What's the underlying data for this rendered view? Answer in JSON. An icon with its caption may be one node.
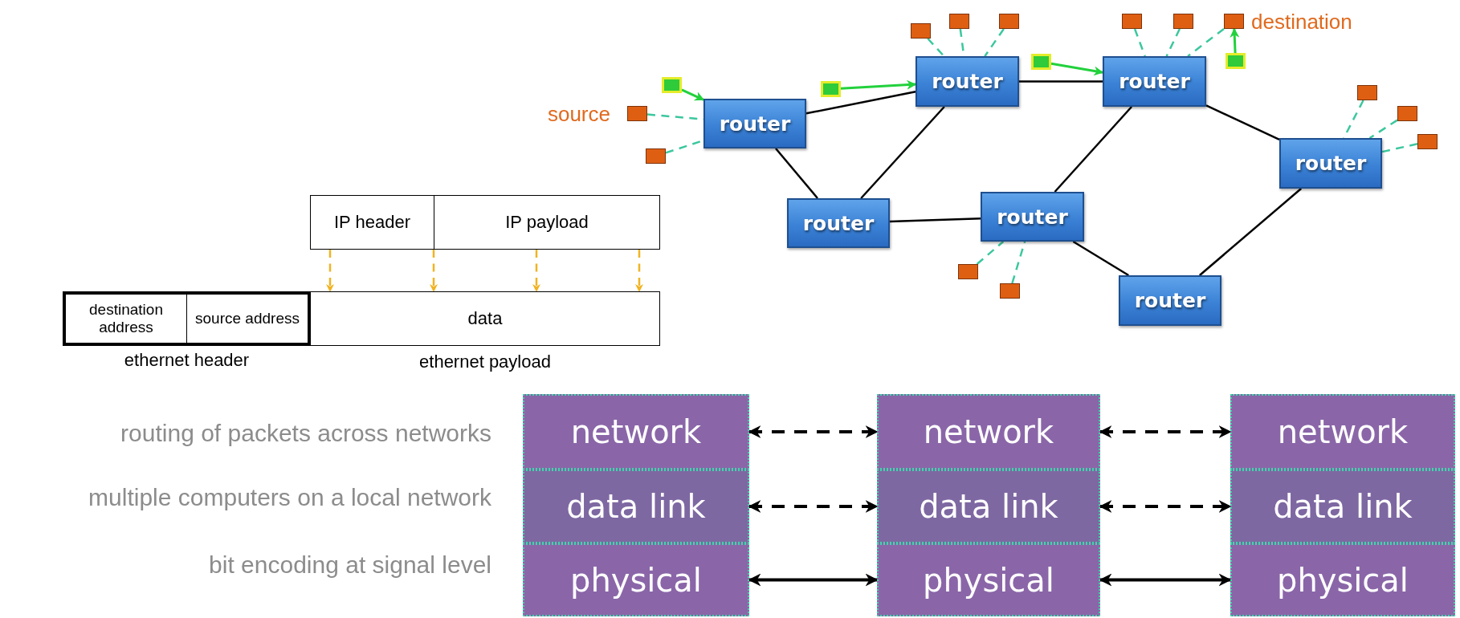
{
  "diagram": {
    "nodes": [
      {
        "text": [
          "router"
        ]
      },
      {
        "text": [
          "router"
        ]
      },
      {
        "text": [
          "router"
        ]
      },
      {
        "text": [
          "router"
        ]
      },
      {
        "text": [
          "router"
        ]
      },
      {
        "text": [
          "router"
        ]
      },
      {
        "text": [
          "router"
        ]
      },
      {
        "text": [],
        "shape": "box",
        "beside": [
          "source"
        ]
      },
      {
        "text": [],
        "shape": "box"
      },
      {
        "text": [],
        "shape": "box"
      },
      {
        "text": [],
        "shape": "box"
      },
      {
        "text": [],
        "shape": "box"
      },
      {
        "text": [],
        "shape": "box"
      },
      {
        "text": [],
        "shape": "box"
      },
      {
        "text": [],
        "shape": "box",
        "beside": [
          "destination"
        ]
      },
      {
        "text": [],
        "shape": "box"
      },
      {
        "text": [],
        "shape": "box"
      },
      {
        "text": [],
        "shape": "box"
      },
      {
        "text": [],
        "shape": "box"
      },
      {
        "text": [],
        "shape": "box"
      },
      {
        "text": [],
        "shape": "box"
      },
      {
        "text": [],
        "shape": "box"
      },
      {
        "text": [],
        "shape": "box"
      },
      {
        "text": [],
        "shape": "box"
      },
      {
        "text": [
          "IP header"
        ]
      },
      {
        "text": [
          "IP payload"
        ]
      },
      {
        "text": [
          "ethernet header"
        ]
      },
      {
        "text": [
          "destination address"
        ],
        "in": 26
      },
      {
        "text": [
          "source address"
        ],
        "in": 26
      },
      {
        "text": [
          "data",
          "ethernet payload"
        ]
      },
      {
        "text": [
          "network"
        ]
      },
      {
        "text": [
          "data link"
        ]
      },
      {
        "text": [
          "physical"
        ]
      },
      {
        "text": [
          "network"
        ]
      },
      {
        "text": [
          "data link"
        ]
      },
      {
        "text": [
          "physical"
        ]
      },
      {
        "text": [
          "network"
        ]
      },
      {
        "text": [
          "data link"
        ]
      },
      {
        "text": [
          "physical"
        ]
      }
    ],
    "edges": [
      {
        "from": 0,
        "to": 1,
        "arrow": "none"
      },
      {
        "from": 0,
        "to": 3,
        "arrow": "none"
      },
      {
        "from": 1,
        "to": 2,
        "arrow": "none"
      },
      {
        "from": 1,
        "to": 3,
        "arrow": "none"
      },
      {
        "from": 3,
        "to": 4,
        "arrow": "none"
      },
      {
        "from": 2,
        "to": 4,
        "arrow": "none"
      },
      {
        "from": 2,
        "to": 5,
        "arrow": "none"
      },
      {
        "from": 4,
        "to": 6,
        "arrow": "none"
      },
      {
        "from": 6,
        "to": 5,
        "arrow": "none"
      },
      {
        "from": 7,
        "to": 0,
        "arrow": "none",
        "style": "dashed",
        "color": "#3cc79e"
      },
      {
        "from": 8,
        "to": 0,
        "arrow": "none",
        "style": "dashed",
        "color": "#3cc79e"
      },
      {
        "from": 9,
        "to": 1,
        "arrow": "none",
        "style": "dashed",
        "color": "#3cc79e"
      },
      {
        "from": 10,
        "to": 1,
        "arrow": "none",
        "style": "dashed",
        "color": "#3cc79e"
      },
      {
        "from": 11,
        "to": 1,
        "arrow": "none",
        "style": "dashed",
        "color": "#3cc79e"
      },
      {
        "from": 12,
        "to": 2,
        "arrow": "none",
        "style": "dashed",
        "color": "#3cc79e"
      },
      {
        "from": 13,
        "to": 2,
        "arrow": "none",
        "style": "dashed",
        "color": "#3cc79e"
      },
      {
        "from": 14,
        "to": 2,
        "arrow": "none",
        "style": "dashed",
        "color": "#3cc79e"
      },
      {
        "from": 15,
        "to": 5,
        "arrow": "none",
        "style": "dashed",
        "color": "#3cc79e"
      },
      {
        "from": 16,
        "to": 5,
        "arrow": "none",
        "style": "dashed",
        "color": "#3cc79e"
      },
      {
        "from": 17,
        "to": 5,
        "arrow": "none",
        "style": "dashed",
        "color": "#3cc79e"
      },
      {
        "from": 18,
        "to": 4,
        "arrow": "none",
        "style": "dashed",
        "color": "#3cc79e"
      },
      {
        "from": 19,
        "to": 4,
        "arrow": "none",
        "style": "dashed",
        "color": "#3cc79e"
      },
      {
        "from": 20,
        "to": 0,
        "arrow": "to",
        "color": "#22d13c"
      },
      {
        "from": 21,
        "to": 1,
        "arrow": "to",
        "color": "#22d13c"
      },
      {
        "from": 22,
        "to": 2,
        "arrow": "to",
        "color": "#22d13c"
      },
      {
        "from": 23,
        "to": 14,
        "arrow": "to",
        "color": "#22d13c"
      },
      {
        "from": 24,
        "to": 29,
        "arrow": "to",
        "style": "dashed",
        "color": "#f0b323"
      },
      {
        "from": 25,
        "to": 29,
        "arrow": "to",
        "style": "dashed",
        "color": "#f0b323"
      },
      {
        "from": 25,
        "to": 29,
        "arrow": "to",
        "style": "dashed",
        "color": "#f0b323"
      },
      {
        "from": 25,
        "to": 29,
        "arrow": "to",
        "style": "dashed",
        "color": "#f0b323"
      },
      {
        "from": 30,
        "to": 33,
        "arrow": "both",
        "style": "dashed"
      },
      {
        "from": 33,
        "to": 36,
        "arrow": "both",
        "style": "dashed"
      },
      {
        "from": 31,
        "to": 34,
        "arrow": "both",
        "style": "dashed"
      },
      {
        "from": 34,
        "to": 37,
        "arrow": "both",
        "style": "dashed"
      },
      {
        "from": 32,
        "to": 35,
        "arrow": "both"
      },
      {
        "from": 35,
        "to": 38,
        "arrow": "both"
      }
    ],
    "labels": [
      "routing of packets across networks",
      "multiple computers on a local network",
      "bit encoding at signal level"
    ]
  }
}
